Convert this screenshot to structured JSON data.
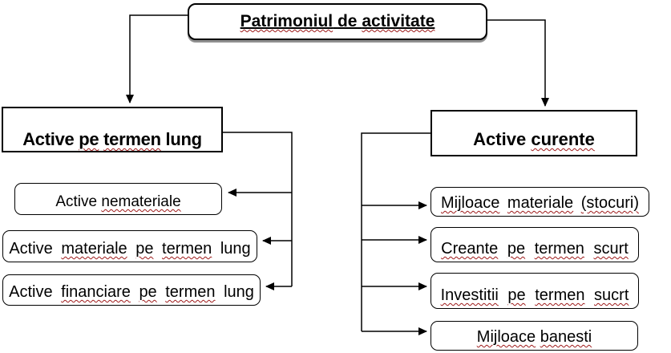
{
  "diagram": {
    "title": "Patrimoniul de activitate",
    "nodes": {
      "root": {
        "label": "Patrimoniul de activitate",
        "misspelled": [
          "Patrimoniul",
          "activitate"
        ]
      },
      "leftParent": {
        "label": "Active pe termen lung",
        "misspelled": [
          "pe",
          "termen"
        ]
      },
      "rightParent": {
        "label": "Active curente",
        "misspelled": [
          "curente"
        ]
      },
      "nemateriale": {
        "label": "Active nemateriale",
        "misspelled": [
          "nemateriale"
        ]
      },
      "materiale": {
        "label": "Active materiale pe termen lung",
        "misspelled": [
          "materiale",
          "pe",
          "termen"
        ]
      },
      "financiare": {
        "label": "Active financiare pe termen lung",
        "misspelled": [
          "financiare",
          "pe",
          "termen"
        ]
      },
      "stocuri": {
        "label": "Mijloace materiale (stocuri)",
        "misspelled": [
          "Mijloace",
          "materiale",
          "(stocuri)"
        ]
      },
      "creante": {
        "label": "Creante pe termen scurt",
        "misspelled": [
          "Creante",
          "pe",
          "termen",
          "scurt"
        ]
      },
      "investitii": {
        "label": "Investitii pe termen sucrt",
        "misspelled": [
          "Investitii",
          "pe",
          "termen",
          "sucrt"
        ]
      },
      "mijloace": {
        "label": "Mijloace banesti",
        "misspelled": [
          "Mijloace",
          "banesti"
        ]
      }
    },
    "edges": [
      {
        "from": "root",
        "to": "leftParent"
      },
      {
        "from": "root",
        "to": "rightParent"
      },
      {
        "from": "leftParent",
        "to": "nemateriale"
      },
      {
        "from": "leftParent",
        "to": "materiale"
      },
      {
        "from": "leftParent",
        "to": "financiare"
      },
      {
        "from": "rightParent",
        "to": "stocuri"
      },
      {
        "from": "rightParent",
        "to": "creante"
      },
      {
        "from": "rightParent",
        "to": "investitii"
      },
      {
        "from": "rightParent",
        "to": "mijloace"
      }
    ],
    "colors": {
      "background": "#ffffff",
      "border": "#000000",
      "text": "#000000",
      "title_shadow": "#8f8f8f",
      "spellcheck_wavy": "#9e1a1a"
    }
  }
}
